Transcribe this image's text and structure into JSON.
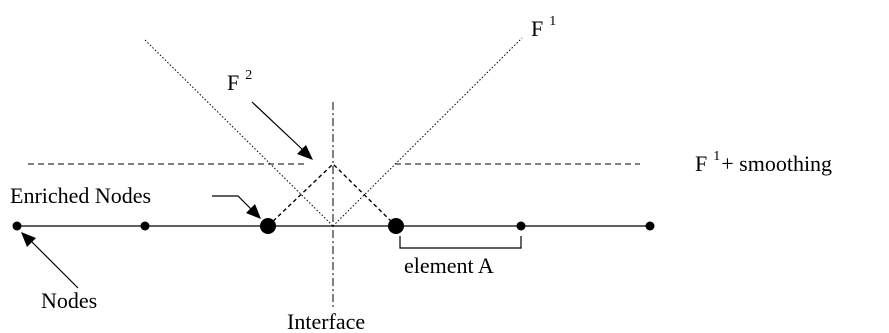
{
  "labels": {
    "f1": {
      "base": "F",
      "sup": "1"
    },
    "f2": {
      "base": "F",
      "sup": "2"
    },
    "smoothing": {
      "base": "F",
      "sup": "1",
      "rest": "+ smoothing"
    },
    "enriched_nodes": "Enriched Nodes",
    "nodes": "Nodes",
    "interface": "Interface",
    "element_a": "element A"
  },
  "colors": {
    "line": "#000000",
    "background": "#ffffff"
  }
}
